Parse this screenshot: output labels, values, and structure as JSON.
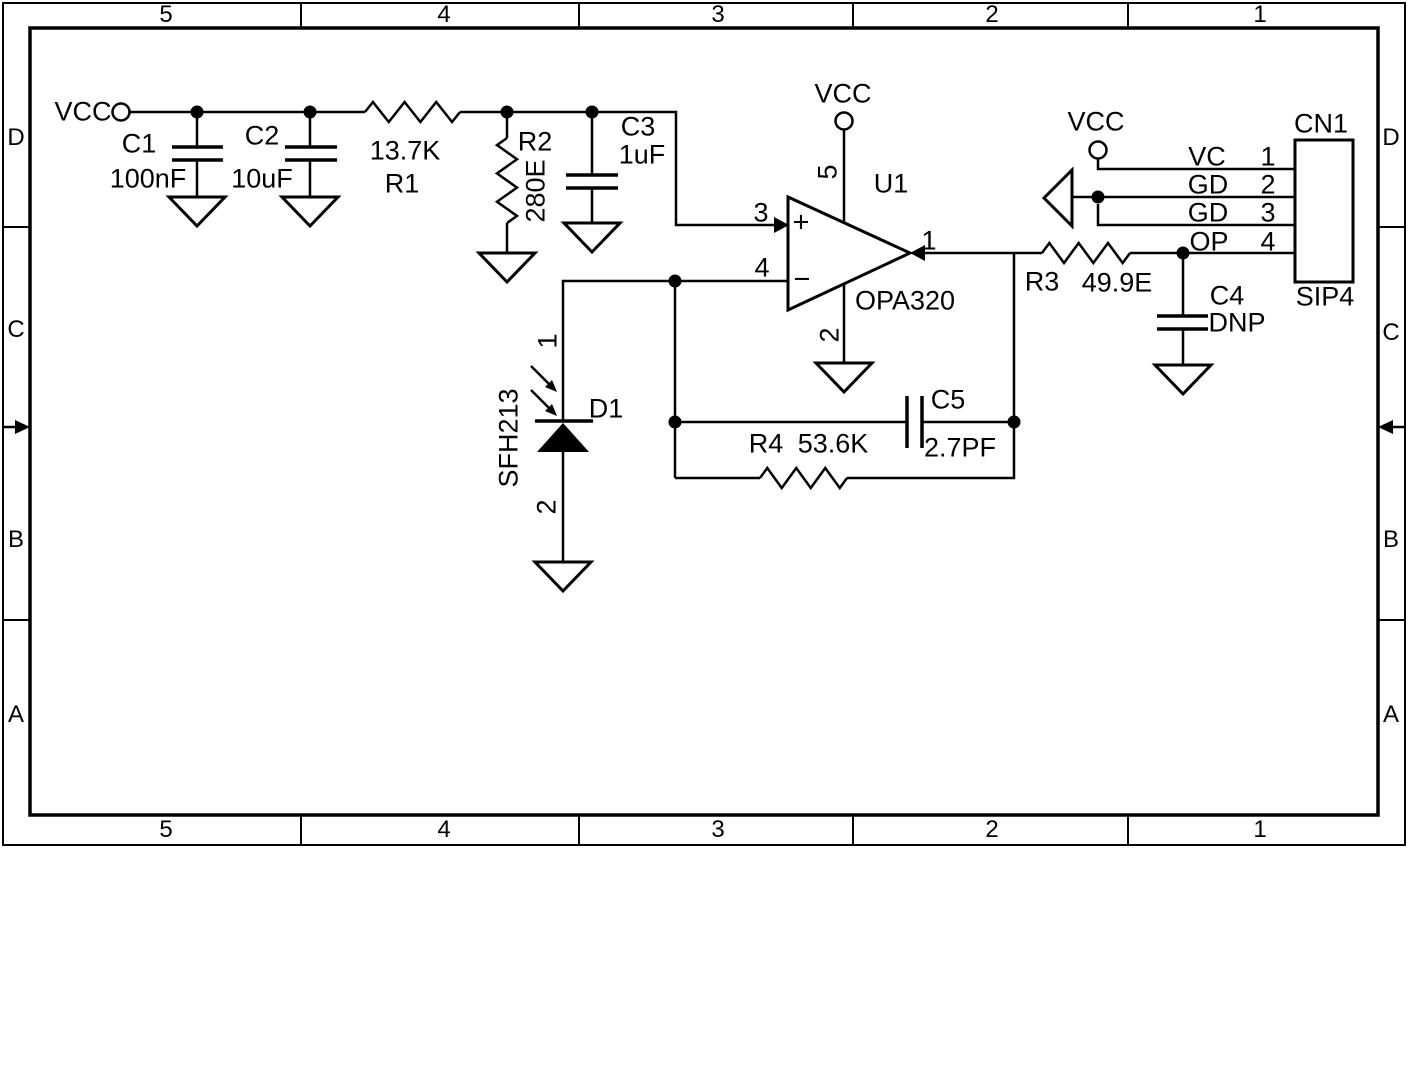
{
  "sheet": {
    "frame": {
      "cols": [
        "5",
        "4",
        "3",
        "2",
        "1"
      ],
      "rows": [
        "D",
        "C",
        "B",
        "A"
      ]
    }
  },
  "nets": {
    "vcc": "VCC"
  },
  "opamp_marks": {
    "plus": "+",
    "minus": "−"
  },
  "components": {
    "c1": {
      "ref": "C1",
      "value": "100nF"
    },
    "c2": {
      "ref": "C2",
      "value": "10uF"
    },
    "r1": {
      "ref": "R1",
      "value": "13.7K"
    },
    "r2": {
      "ref": "R2",
      "value": "280E"
    },
    "c3": {
      "ref": "C3",
      "value": "1uF"
    },
    "u1": {
      "ref": "U1",
      "value": "OPA320",
      "pin_out": "1",
      "pin_gnd": "2",
      "pin_inp": "3",
      "pin_inn": "4",
      "pin_vcc": "5"
    },
    "d1": {
      "ref": "D1",
      "value": "SFH213",
      "pin1": "1",
      "pin2": "2"
    },
    "r3": {
      "ref": "R3",
      "value": "49.9E"
    },
    "r4": {
      "ref": "R4",
      "value": "53.6K"
    },
    "c5": {
      "ref": "C5",
      "value": "2.7PF"
    },
    "c4": {
      "ref": "C4",
      "value": "DNP"
    },
    "cn1": {
      "ref": "CN1",
      "value": "SIP4",
      "pins": [
        {
          "name": "VC",
          "num": "1"
        },
        {
          "name": "GD",
          "num": "2"
        },
        {
          "name": "GD",
          "num": "3"
        },
        {
          "name": "OP",
          "num": "4"
        }
      ]
    }
  },
  "colors": {
    "ink": "#000000",
    "paper": "#ffffff"
  }
}
